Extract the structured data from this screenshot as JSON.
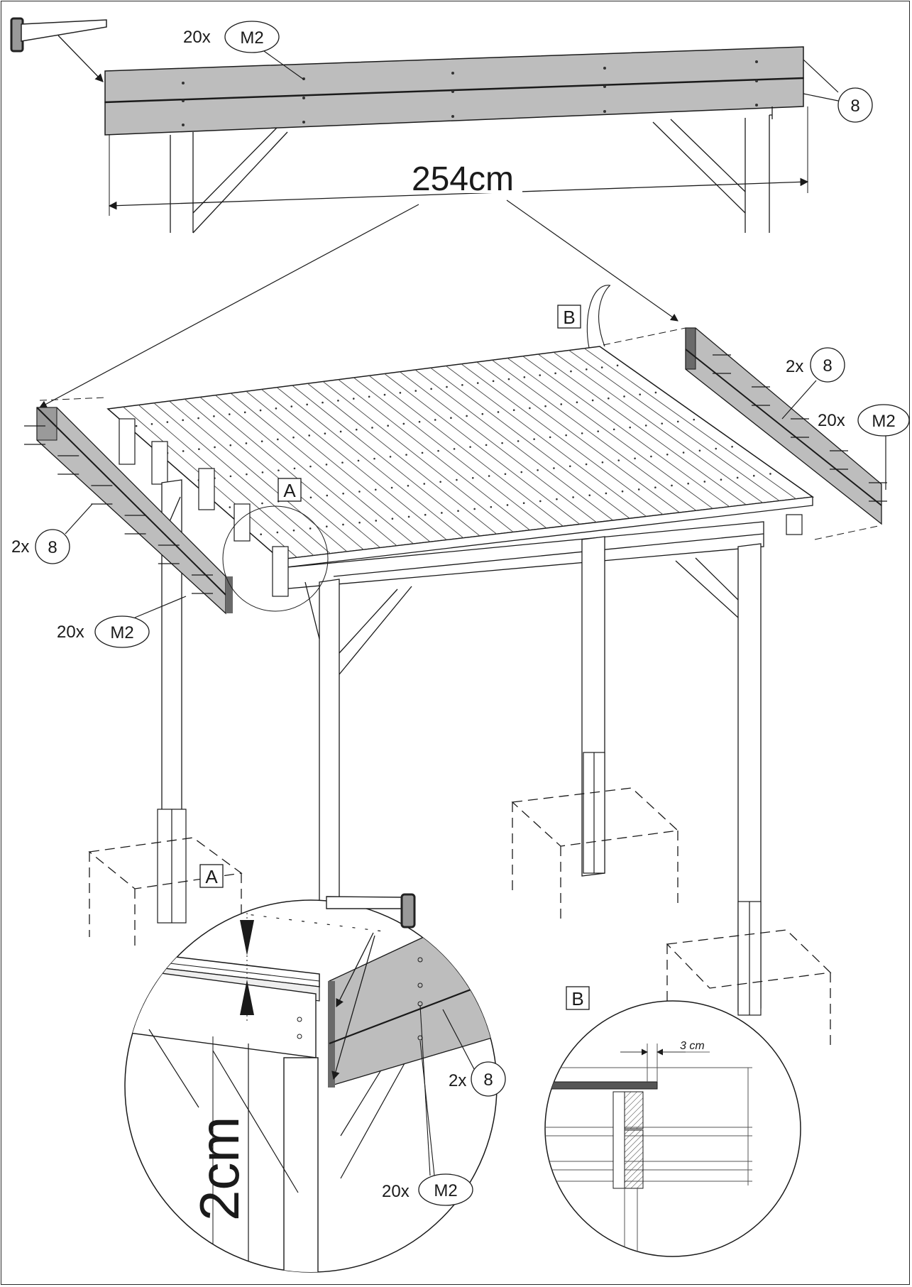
{
  "top_callout": {
    "count": "20x",
    "part": "M2"
  },
  "top_part_ref": "8",
  "top_dimension": "254cm",
  "detail_a_label": "A",
  "detail_b_label": "B",
  "right_board": {
    "count": "2x",
    "part": "8"
  },
  "right_screws": {
    "count": "20x",
    "part": "M2"
  },
  "left_board": {
    "count": "2x",
    "part": "8"
  },
  "left_screws": {
    "count": "20x",
    "part": "M2"
  },
  "detail_a": {
    "label": "A",
    "gap_dimension": "2cm",
    "board": {
      "count": "2x",
      "part": "8"
    },
    "screws": {
      "count": "20x",
      "part": "M2"
    }
  },
  "detail_b": {
    "label": "B",
    "overhang_dimension": "3 cm"
  },
  "colors": {
    "board_fill": "#bdbdbd",
    "board_fill_dark": "#8a8a8a",
    "line": "#1a1a1a"
  }
}
